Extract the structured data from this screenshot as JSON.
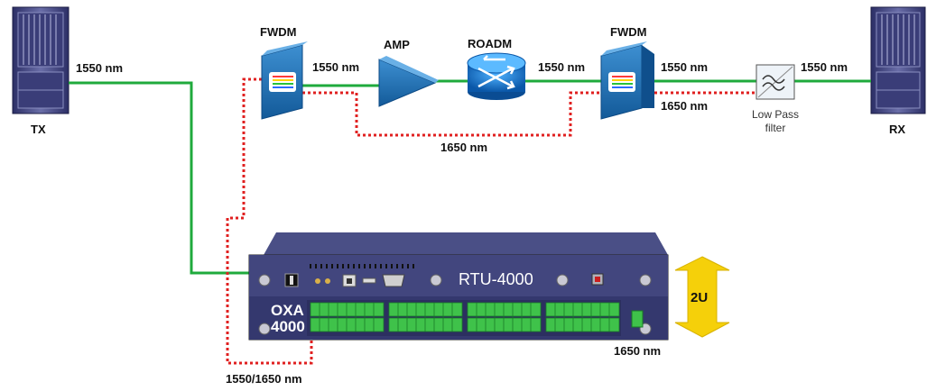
{
  "devices": {
    "tx": "TX",
    "rx": "RX",
    "fwdm_left": "FWDM",
    "fwdm_right": "FWDM",
    "amp": "AMP",
    "roadm": "ROADM",
    "lpf_line1": "Low Pass",
    "lpf_line2": "filter",
    "rtu": "RTU-4000",
    "oxa_line1": "OXA",
    "oxa_line2": "4000",
    "height_badge": "2U"
  },
  "wavelengths": {
    "tx_out": "1550 nm",
    "fwdm_left_out": "1550 nm",
    "roadm_out": "1550 nm",
    "fwdm_right_out": "1550 nm",
    "lpf_out": "1550 nm",
    "fwdm_right_1650": "1650 nm",
    "loop_1650": "1650 nm",
    "rtu_1650": "1650 nm",
    "combined": "1550/1650 nm"
  },
  "colors": {
    "fiber_1550": "#1faa3c",
    "fiber_1650": "#e02020",
    "device_blue": "#1a6fb4",
    "chassis": "#4a4f86",
    "port_green": "#3fc24a",
    "badge_yellow": "#f5d00a"
  }
}
